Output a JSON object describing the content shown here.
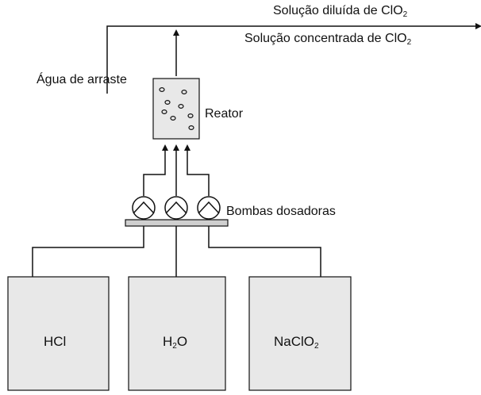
{
  "labels": {
    "dilute_solution": {
      "text": "Solução diluída de ClO",
      "sub": "2"
    },
    "concentrated_solution": {
      "text": "Solução concentrada de ClO",
      "sub": "2"
    },
    "drag_water": "Água de arraste",
    "reactor": "Reator",
    "dosing_pumps": "Bombas dosadoras"
  },
  "tanks": [
    {
      "name": "HCl",
      "pre": "HCl",
      "sub": "",
      "post": ""
    },
    {
      "name": "H2O",
      "pre": "H",
      "sub": "2",
      "post": "O"
    },
    {
      "name": "NaClO2",
      "pre": "NaClO",
      "sub": "2",
      "post": ""
    }
  ],
  "colors": {
    "line": "#111111",
    "tank_fill": "#e8e8e8",
    "reactor_fill": "#e8e8e8",
    "manifold_fill": "#cfcfcf"
  }
}
